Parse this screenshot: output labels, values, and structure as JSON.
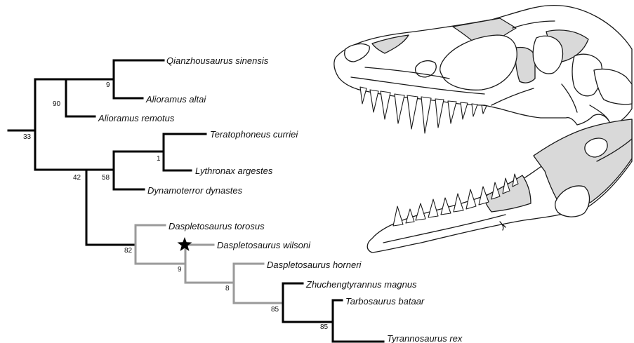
{
  "colors": {
    "clade_main": "#000000",
    "clade_daspletosaurus": "#9a9a9a",
    "skull_fill": "#ffffff",
    "skull_shade": "#d9d9d9",
    "marker": "#000000"
  },
  "tree": {
    "taxa": [
      {
        "id": "qianzhousaurus",
        "label": "Qianzhousaurus sinensis"
      },
      {
        "id": "alioramus-altai",
        "label": "Alioramus altai"
      },
      {
        "id": "alioramus-remotus",
        "label": "Alioramus remotus"
      },
      {
        "id": "teratophoneus",
        "label": "Teratophoneus curriei"
      },
      {
        "id": "lythronax",
        "label": "Lythronax argestes"
      },
      {
        "id": "dynamoterror",
        "label": "Dynamoterror dynastes"
      },
      {
        "id": "daspletosaurus-torosus",
        "label": "Daspletosaurus torosus"
      },
      {
        "id": "daspletosaurus-wilsoni",
        "label": "Daspletosaurus wilsoni"
      },
      {
        "id": "daspletosaurus-horneri",
        "label": "Daspletosaurus horneri"
      },
      {
        "id": "zhuchengtyrannus",
        "label": "Zhuchengtyrannus magnus"
      },
      {
        "id": "tarbosaurus",
        "label": "Tarbosaurus bataar"
      },
      {
        "id": "tyrannosaurus",
        "label": "Tyrannosaurus rex"
      }
    ],
    "support_values": [
      {
        "id": "root",
        "label": "33"
      },
      {
        "id": "alioramini",
        "label": "90"
      },
      {
        "id": "qian-altai",
        "label": "9"
      },
      {
        "id": "tyrannosaurinae",
        "label": "42"
      },
      {
        "id": "teratophoneini",
        "label": "58"
      },
      {
        "id": "teratophoneus-lythronax",
        "label": "1"
      },
      {
        "id": "daspletosaurus-grade",
        "label": "82"
      },
      {
        "id": "wilsoni-node",
        "label": "9"
      },
      {
        "id": "horneri-node",
        "label": "8"
      },
      {
        "id": "zhuchengtyrannus-node",
        "label": "85"
      },
      {
        "id": "tarbosaurus-tyrannosaurus",
        "label": "85"
      }
    ],
    "marker": {
      "icon": "star-icon",
      "taxon": "daspletosaurus-wilsoni"
    }
  },
  "illustration": {
    "icon": "tyrannosaur-skull-icon"
  }
}
